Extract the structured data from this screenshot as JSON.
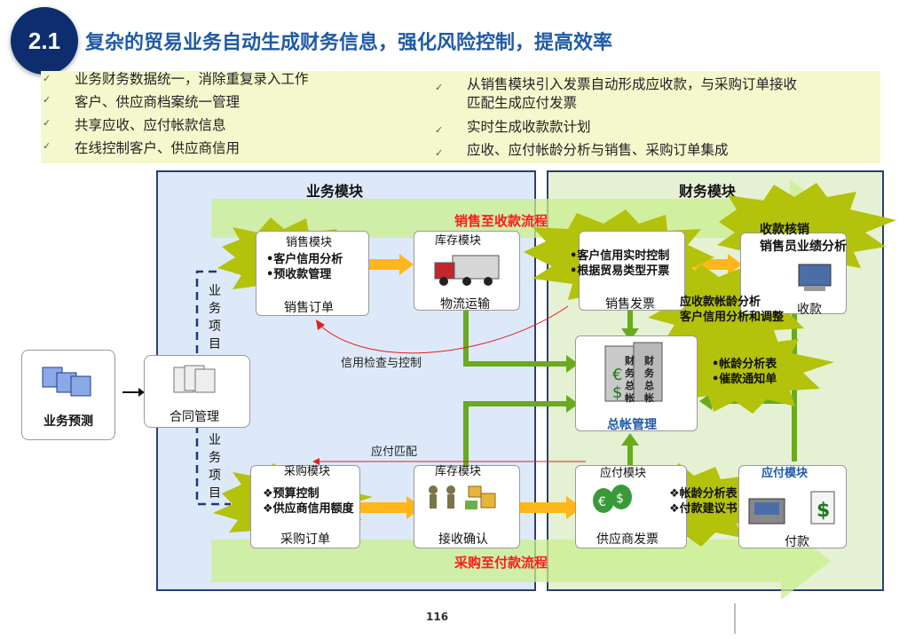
{
  "header": {
    "badge": "2.1",
    "title": "复杂的贸易业务自动生成财务信息，强化风险控制，提高效率"
  },
  "bullets": {
    "left": [
      "业务财务数据统一，消除重复录入工作",
      "客户、供应商档案统一管理",
      "共享应收、应付帐款信息",
      "在线控制客户、供应商信用"
    ],
    "right": [
      "从销售模块引入发票自动形成应收款，与采购订单接收",
      "匹配生成应付发票",
      "实时生成收款款计划",
      "应收、应付帐龄分析与销售、采购订单集成"
    ]
  },
  "panels": {
    "business": "业务模块",
    "finance": "财务模块"
  },
  "flows": {
    "sales": "销售至收款流程",
    "purchase": "采购至付款流程"
  },
  "nodes": {
    "forecast": "业务预测",
    "contract": "合同管理",
    "sales_module": "销售模块",
    "sales_order": "销售订单",
    "inventory_module_top": "库存模块",
    "logistics": "物流运输",
    "purchase_module": "采购模块",
    "purchase_order": "采购订单",
    "inventory_module_bottom": "库存模块",
    "receipt": "接收确认",
    "sales_invoice": "销售发票",
    "receipt_payment": "收款",
    "ledger_module": "总帐管理",
    "ledger_book_1": "财务总帐",
    "ledger_book_2": "财务总帐",
    "ap_module": "应付模块",
    "supplier_invoice": "供应商发票",
    "pay_module": "应付模块",
    "payment": "付款"
  },
  "side_labels": {
    "top": "业务项目",
    "bottom": "业务项目"
  },
  "bursts": {
    "b1": [
      "•客户信用分析",
      "•预收款管理"
    ],
    "b2": [
      "•客户信用实时控制",
      "•根据贸易类型开票"
    ],
    "b3": [
      "收款核销",
      "销售员业绩分析"
    ],
    "b4": [
      "应收款帐龄分析",
      "客户信用分析和调整"
    ],
    "b5": [
      "•帐龄分析表",
      "•催款通知单"
    ],
    "b6": [
      "❖预算控制",
      "❖供应商信用额度"
    ],
    "b7": [
      "❖帐龄分析表",
      "❖付款建议书"
    ]
  },
  "annotations": {
    "credit": "信用检查与控制",
    "match": "应付匹配"
  },
  "page_number": "116",
  "colors": {
    "accent": "#1f5aa6",
    "badge": "#0d2d6e",
    "burst": "#b3c20a",
    "arrow_orange": "#ffb61a",
    "arrow_green": "#6aaa1e",
    "flow_text": "#ff1a1a"
  }
}
